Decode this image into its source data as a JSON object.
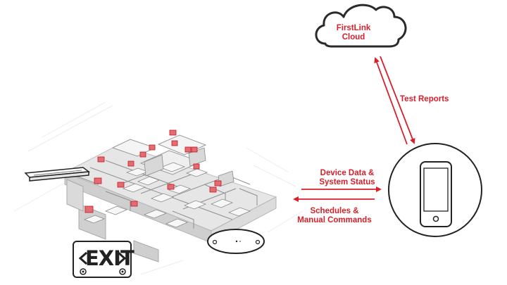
{
  "cloud": {
    "line1": "FirstLink",
    "line2": "Cloud"
  },
  "arrows": {
    "test_reports": "Test Reports",
    "device_data_line1": "Device Data &",
    "device_data_line2": "System Status",
    "schedules_line1": "Schedules &",
    "schedules_line2": "Manual Commands"
  },
  "exit_sign": {
    "text": "EXIT"
  },
  "colors": {
    "accent": "#d6202b",
    "outline": "#222222",
    "floor": "#d9d9d9",
    "wall": "#f2f2f2"
  },
  "icons": [
    "cloud-icon",
    "smartphone-icon",
    "exit-sign-icon",
    "ceiling-sensor-icon",
    "light-fixture-icon",
    "emergency-device-icon"
  ]
}
